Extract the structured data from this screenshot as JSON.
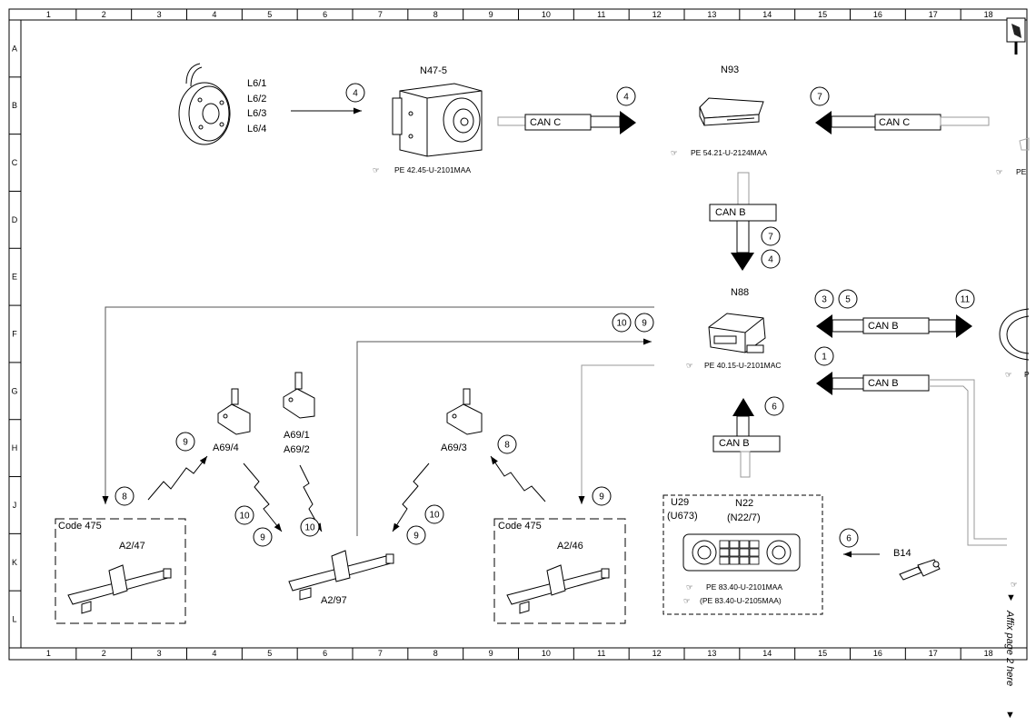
{
  "grid": {
    "columns": [
      "1",
      "2",
      "3",
      "4",
      "5",
      "6",
      "7",
      "8",
      "9",
      "10",
      "11",
      "12",
      "13",
      "14",
      "15",
      "16",
      "17",
      "18"
    ],
    "rows": [
      "A",
      "B",
      "C",
      "D",
      "E",
      "F",
      "G",
      "H",
      "J",
      "K",
      "L"
    ]
  },
  "components": {
    "wheel_labels": [
      "L6/1",
      "L6/2",
      "L6/3",
      "L6/4"
    ],
    "n47_5": {
      "label": "N47-5",
      "ref": "PE 42.45-U-2101MAA"
    },
    "n93": {
      "label": "N93",
      "ref": "PE 54.21-U-2124MAA"
    },
    "n88": {
      "label": "N88",
      "ref": "PE 40.15-U-2101MAC"
    },
    "right_ref_partial": "PE",
    "right_ref_partial2": "P",
    "u29": "U29",
    "u673": "(U673)",
    "n22": "N22",
    "n22_7": "(N22/7)",
    "n22_refs": [
      "PE 83.40-U-2101MAA",
      "(PE 83.40-U-2105MAA)"
    ],
    "b14": "B14",
    "a69_4": "A69/4",
    "a69_1": "A69/1",
    "a69_2": "A69/2",
    "a69_3": "A69/3",
    "a2_47": "A2/47",
    "a2_46": "A2/46",
    "a2_97": "A2/97",
    "code_475": "Code 475"
  },
  "can_labels": {
    "can_c": "CAN C",
    "can_b": "CAN B"
  },
  "callouts": [
    "4",
    "4",
    "7",
    "7",
    "4",
    "3",
    "5",
    "11",
    "1",
    "10",
    "9",
    "6",
    "6",
    "9",
    "8",
    "10",
    "9",
    "10",
    "9",
    "10",
    "8",
    "9"
  ],
  "affix_note": "Affix page 2 here"
}
